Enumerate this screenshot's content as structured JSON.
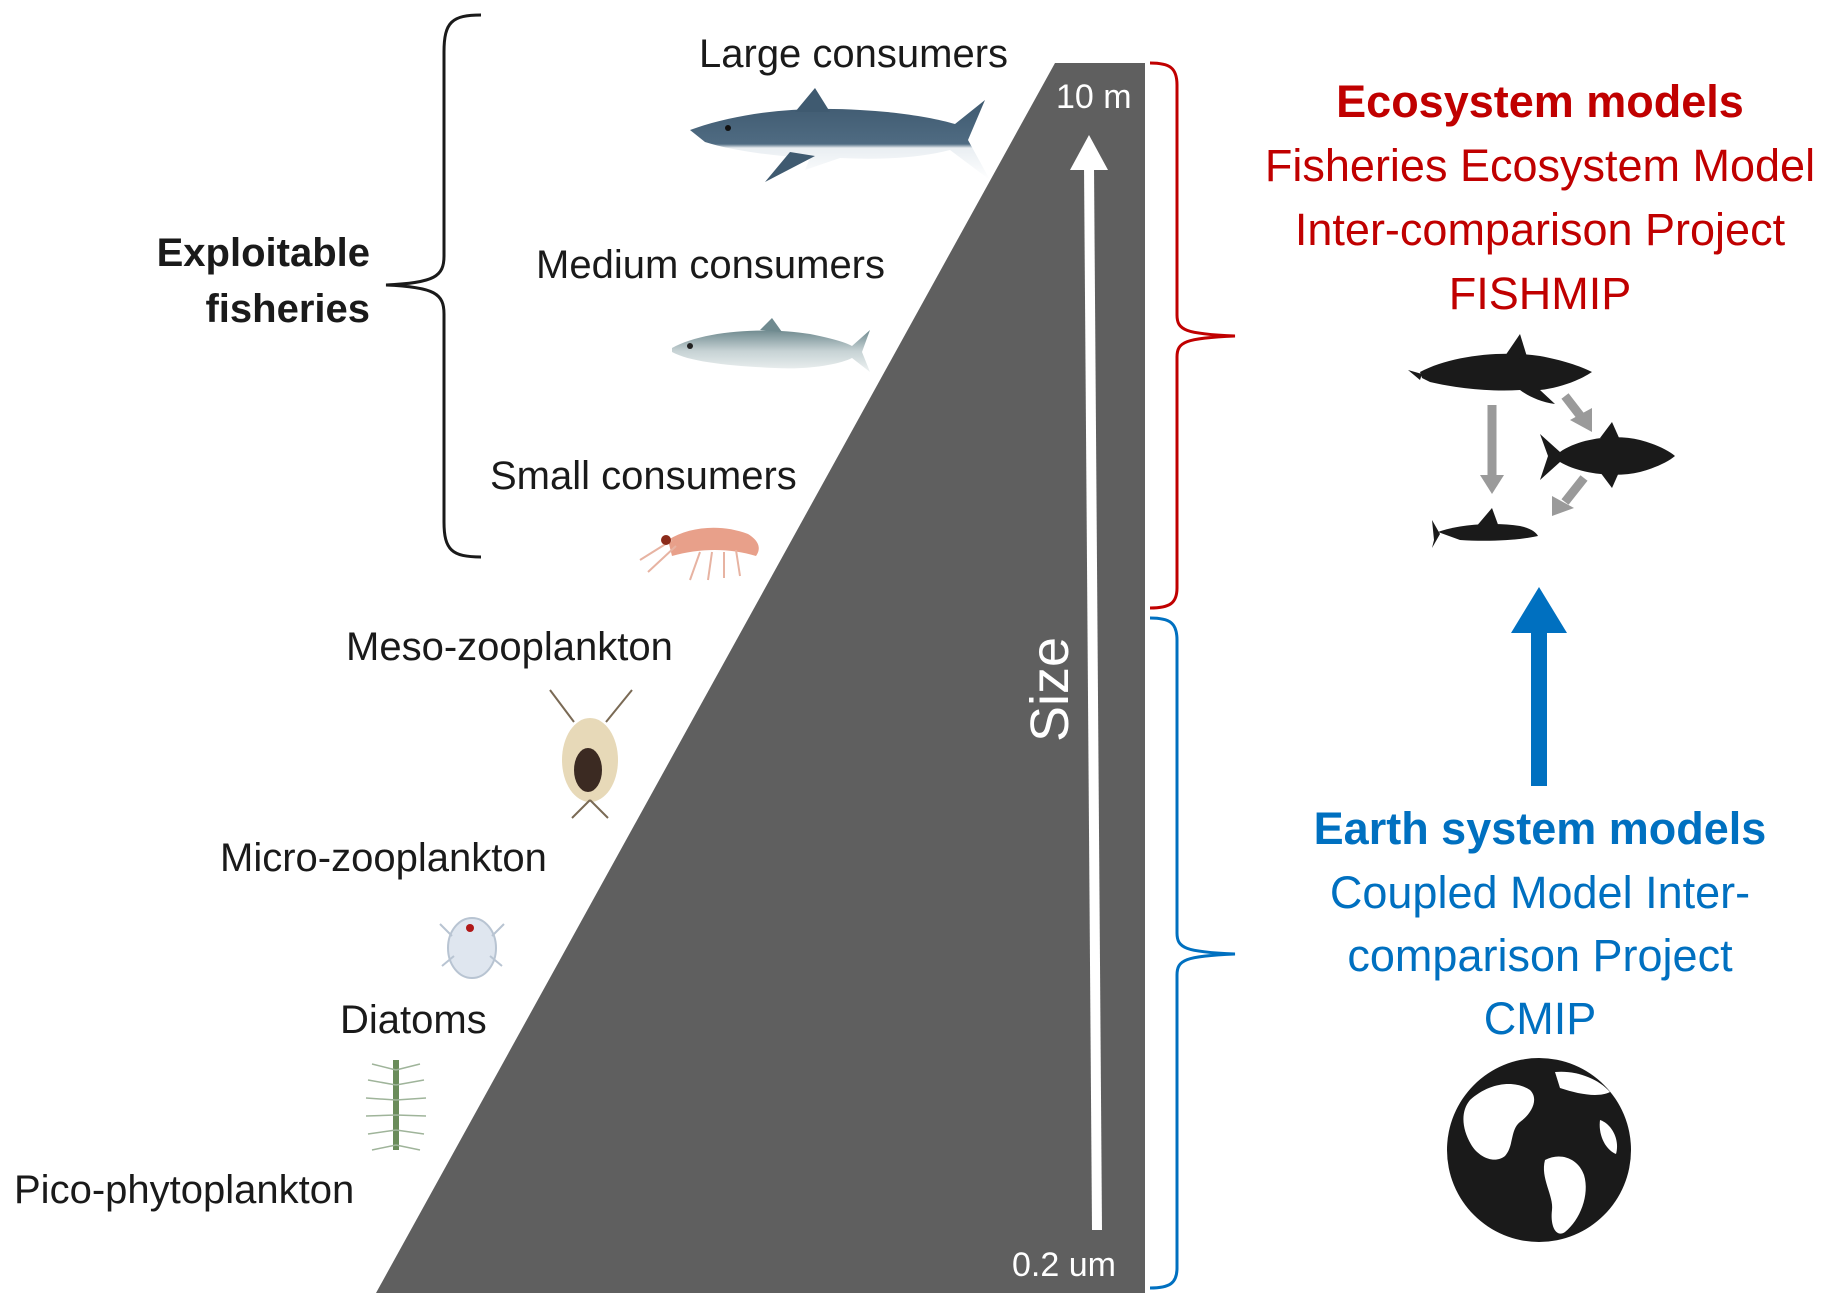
{
  "colors": {
    "pyramid": "#5f5f5f",
    "ecosystem_red": "#c00000",
    "earth_blue": "#0070c0",
    "arrow_grey": "#9a9a9a",
    "silhouette": "#1a1a1a"
  },
  "fisheries_label": {
    "line1": "Exploitable",
    "line2": "fisheries"
  },
  "trophic_levels": {
    "large": "Large consumers",
    "medium": "Medium consumers",
    "small": "Small consumers",
    "meso": "Meso-zooplankton",
    "micro": "Micro-zooplankton",
    "diatoms": "Diatoms",
    "pico": "Pico-phytoplankton"
  },
  "size_axis": {
    "top": "10 m",
    "bottom": "0.2 um",
    "label": "Size"
  },
  "ecosystem_models": {
    "heading": "Ecosystem models",
    "line1": "Fisheries Ecosystem Model",
    "line2": "Inter-comparison Project",
    "line3": "FISHMIP"
  },
  "earth_models": {
    "heading": "Earth system models",
    "line1": "Coupled Model Inter-",
    "line2": "comparison Project",
    "line3": "CMIP"
  },
  "icons": {
    "large": "shark-icon",
    "medium": "herring-icon",
    "small": "krill-icon",
    "meso": "copepod-icon",
    "micro": "nauplius-icon",
    "diatoms": "diatom-chain-icon",
    "food_web": [
      "orca-silhouette-icon",
      "tuna-silhouette-icon",
      "flying-fish-silhouette-icon"
    ],
    "earth": "globe-icon"
  }
}
